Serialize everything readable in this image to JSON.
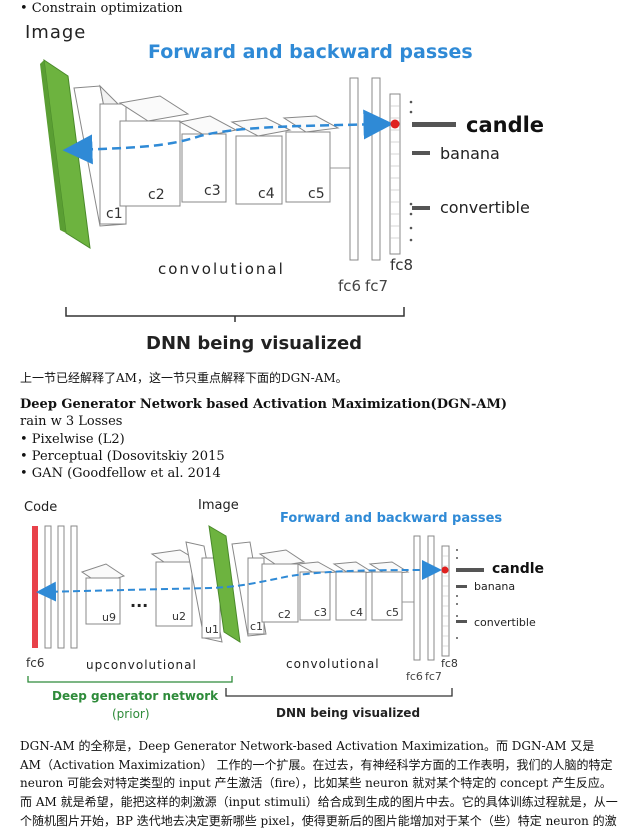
{
  "top_bullet": "• Constrain optimization",
  "figure1": {
    "image_label": "Image",
    "title": "Forward and backward passes",
    "layers": [
      "c1",
      "c2",
      "c3",
      "c4",
      "c5"
    ],
    "fc_labels": [
      "fc6",
      "fc7",
      "fc8"
    ],
    "outputs": [
      "candle",
      "banana",
      "convertible"
    ],
    "section_label": "convolutional",
    "bracket_label": "DNN being visualized",
    "colors": {
      "image": "#6db33f",
      "title": "#2f8ad6",
      "arrow": "#2f8ad6",
      "dot": "#e0201f"
    }
  },
  "intro_line": "上一节已经解释了AM，这一节只重点解释下面的DGN-AM。",
  "heading": "Deep Generator Network based Activation Maximization(DGN-AM)",
  "subline": "rain w 3 Losses",
  "bullets": [
    "• Pixelwise (L2)",
    "• Perceptual (Dosovitskiy 2015",
    "• GAN (Goodfellow et al. 2014"
  ],
  "figure2": {
    "code_label": "Code",
    "image_label": "Image",
    "title": "Forward and backward passes",
    "up_layers": [
      "u9",
      "u2",
      "u1"
    ],
    "ellipsis": "...",
    "conv_layers": [
      "c1",
      "c2",
      "c3",
      "c4",
      "c5"
    ],
    "fc_labels": [
      "fc6",
      "fc7",
      "fc8"
    ],
    "left_fc": "fc6",
    "outputs": [
      "candle",
      "banana",
      "convertible"
    ],
    "upconv_label": "upconvolutional",
    "conv_label": "convolutional",
    "generator_label": "Deep generator network",
    "prior_label": "(prior)",
    "dnn_label": "DNN being visualized",
    "colors": {
      "code": "#e8414a",
      "image": "#6db33f",
      "title": "#2f8ad6",
      "generator": "#2e8b3a"
    }
  },
  "paragraph": [
    "DGN-AM 的全称是，Deep Generator Network-based Activation Maximization。而 DGN-AM 又是",
    "AM（Activation Maximization） 工作的一个扩展。在过去，有神经科学方面的工作表明，我们的人脑的特定",
    "neuron 可能会对特定类型的 input 产生激活（fire），比如某些 neuron 就对某个特定的 concept 产生反应。",
    "而 AM 就是希望，能把这样的刺激源（input stimuli）给合成到生成的图片中去。它的具体训练过程就是，从一",
    "个随机图片开始，BP 迭代地去决定更新哪些 pixel，使得更新后的图片能增加对于某个（些）特定 neuron 的激"
  ]
}
